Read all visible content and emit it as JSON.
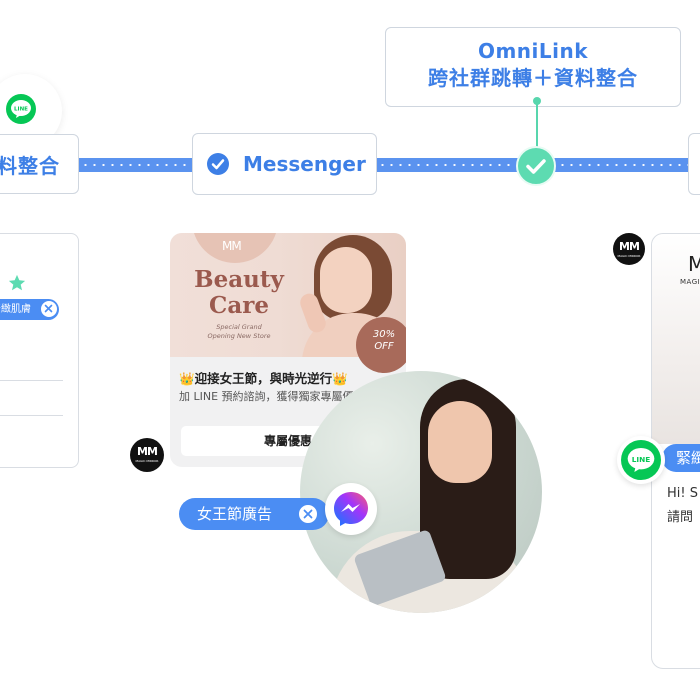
{
  "flow": {
    "step_left_label": "料整合",
    "step_messenger_label": "Messenger",
    "omnilink_title": "OmniLink",
    "omnilink_subtitle": "跨社群跳轉＋資料整合"
  },
  "left_card": {
    "tag_label": "緊緻肌膚"
  },
  "ad_card": {
    "brand_mark": "MM",
    "headline": "Beauty Care",
    "tagline_1": "Special Grand",
    "tagline_2": "Opening New Store",
    "discount_pct": "30%",
    "discount_word": "OFF",
    "title": "👑迎接女王節，與時光逆行👑",
    "desc": "加 LINE 預約諮詢，獲得獨家專屬優惠",
    "cta_label": "專屬優惠"
  },
  "messenger_tag": {
    "label": "女王節廣告"
  },
  "avatar": {
    "initials": "MM",
    "sub": "MAGIC MIRROR"
  },
  "right_card": {
    "brand_mark": "M",
    "brand_sub": "MAGIC",
    "tag_label": "緊緻",
    "greeting_1": "Hi! S",
    "greeting_2": "請問"
  },
  "line_logo_text": "LINE",
  "colors": {
    "accent_blue": "#3d7fe6",
    "track_blue": "#5b93ef",
    "chip_blue": "#4b8df3",
    "success_green": "#5ddbb1",
    "line_green": "#06c755",
    "messenger_gradient": [
      "#0a7cff",
      "#a334fa",
      "#ff5f6d"
    ]
  },
  "icons": [
    "line-icon",
    "check-icon",
    "star-icon",
    "close-icon",
    "messenger-icon",
    "crown-icon"
  ]
}
